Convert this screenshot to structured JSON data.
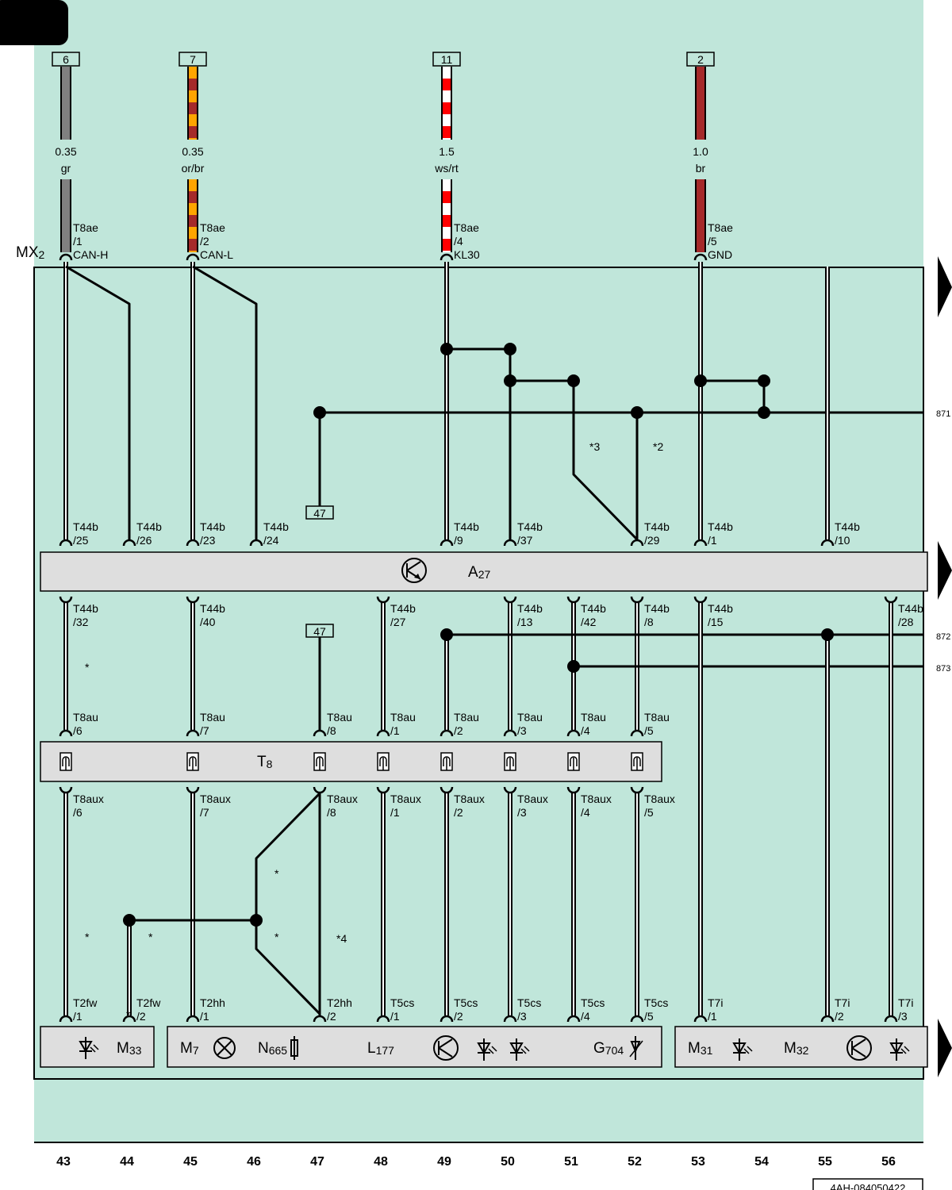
{
  "top_fuses": [
    {
      "number": "6",
      "size": "0.35",
      "color": "gr",
      "pin": "T8ae",
      "pin_no": "/1",
      "function": "CAN-H",
      "colors": [
        "#808080"
      ]
    },
    {
      "number": "7",
      "size": "0.35",
      "color": "or/br",
      "pin": "T8ae",
      "pin_no": "/2",
      "function": "CAN-L",
      "colors": [
        "#ffa500",
        "#a52a2a"
      ]
    },
    {
      "number": "11",
      "size": "1.5",
      "color": "ws/rt",
      "pin": "T8ae",
      "pin_no": "/4",
      "function": "KL30",
      "colors": [
        "#ffffff",
        "#ff0000"
      ]
    },
    {
      "number": "2",
      "size": "1.0",
      "color": "br",
      "pin": "T8ae",
      "pin_no": "/5",
      "function": "GND",
      "colors": [
        "#a52a2a"
      ]
    }
  ],
  "connector_label": {
    "main": "MX",
    "sub": "2"
  },
  "a27": {
    "main": "A",
    "sub": "27"
  },
  "t8": {
    "main": "T",
    "sub": "8"
  },
  "t44b_top": [
    {
      "name": "T44b",
      "pin": "/25"
    },
    {
      "name": "T44b",
      "pin": "/26"
    },
    {
      "name": "T44b",
      "pin": "/23"
    },
    {
      "name": "T44b",
      "pin": "/24"
    },
    {
      "name": "T44b",
      "pin": "/9"
    },
    {
      "name": "T44b",
      "pin": "/37"
    },
    {
      "name": "T44b",
      "pin": "/29"
    },
    {
      "name": "T44b",
      "pin": "/1"
    },
    {
      "name": "T44b",
      "pin": "/10"
    }
  ],
  "t44b_bottom": [
    {
      "name": "T44b",
      "pin": "/32"
    },
    {
      "name": "T44b",
      "pin": "/40"
    },
    {
      "name": "T44b",
      "pin": "/27"
    },
    {
      "name": "T44b",
      "pin": "/13"
    },
    {
      "name": "T44b",
      "pin": "/42"
    },
    {
      "name": "T44b",
      "pin": "/8"
    },
    {
      "name": "T44b",
      "pin": "/15"
    },
    {
      "name": "T44b",
      "pin": "/28"
    }
  ],
  "t8au": [
    {
      "name": "T8au",
      "pin": "/6"
    },
    {
      "name": "T8au",
      "pin": "/7"
    },
    {
      "name": "T8au",
      "pin": "/8"
    },
    {
      "name": "T8au",
      "pin": "/1"
    },
    {
      "name": "T8au",
      "pin": "/2"
    },
    {
      "name": "T8au",
      "pin": "/3"
    },
    {
      "name": "T8au",
      "pin": "/4"
    },
    {
      "name": "T8au",
      "pin": "/5"
    }
  ],
  "t8aux": [
    {
      "name": "T8aux",
      "pin": "/6"
    },
    {
      "name": "T8aux",
      "pin": "/7"
    },
    {
      "name": "T8aux",
      "pin": "/8"
    },
    {
      "name": "T8aux",
      "pin": "/1"
    },
    {
      "name": "T8aux",
      "pin": "/2"
    },
    {
      "name": "T8aux",
      "pin": "/3"
    },
    {
      "name": "T8aux",
      "pin": "/4"
    },
    {
      "name": "T8aux",
      "pin": "/5"
    }
  ],
  "bottom_pins": [
    {
      "name": "T2fw",
      "pin": "/1"
    },
    {
      "name": "T2fw",
      "pin": "/2"
    },
    {
      "name": "T2hh",
      "pin": "/1"
    },
    {
      "name": "T2hh",
      "pin": "/2"
    },
    {
      "name": "T5cs",
      "pin": "/1"
    },
    {
      "name": "T5cs",
      "pin": "/2"
    },
    {
      "name": "T5cs",
      "pin": "/3"
    },
    {
      "name": "T5cs",
      "pin": "/4"
    },
    {
      "name": "T5cs",
      "pin": "/5"
    },
    {
      "name": "T7i",
      "pin": "/1"
    },
    {
      "name": "T7i",
      "pin": "/2"
    },
    {
      "name": "T7i",
      "pin": "/3"
    }
  ],
  "components": {
    "m33": {
      "main": "M",
      "sub": "33"
    },
    "m7": {
      "main": "M",
      "sub": "7"
    },
    "n665": {
      "main": "N",
      "sub": "665"
    },
    "l177": {
      "main": "L",
      "sub": "177"
    },
    "g704": {
      "main": "G",
      "sub": "704"
    },
    "m31": {
      "main": "M",
      "sub": "31"
    },
    "m32": {
      "main": "M",
      "sub": "32"
    }
  },
  "ref_boxes": {
    "a": "47",
    "b": "47"
  },
  "footnotes": {
    "star": "*",
    "s2": "*2",
    "s3": "*3",
    "s4": "*4"
  },
  "side_refs": {
    "r871": "871",
    "r872": "872",
    "r873": "873"
  },
  "track_numbers": [
    "43",
    "44",
    "45",
    "46",
    "47",
    "48",
    "49",
    "50",
    "51",
    "52",
    "53",
    "54",
    "55",
    "56"
  ],
  "doc_code": "4AH-084050422"
}
